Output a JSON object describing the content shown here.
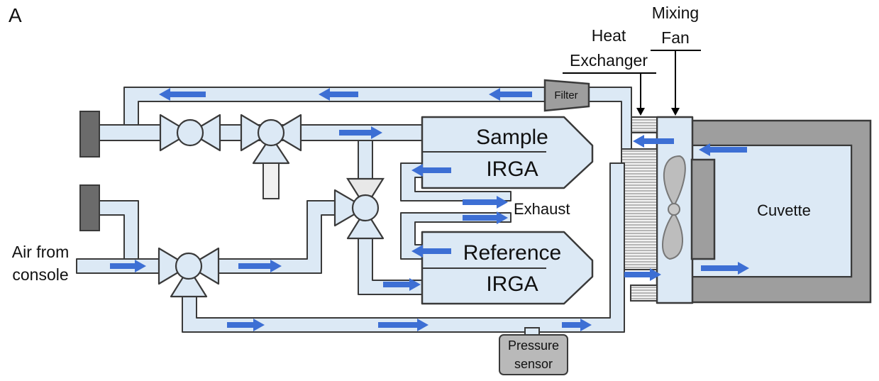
{
  "panel_label": "A",
  "labels": {
    "sample_irga_line1": "Sample",
    "sample_irga_line2": "IRGA",
    "reference_irga_line1": "Reference",
    "reference_irga_line2": "IRGA",
    "exhaust": "Exhaust",
    "cuvette": "Cuvette",
    "filter": "Filter",
    "heat_exchanger_line1": "Heat",
    "heat_exchanger_line2": "Exchanger",
    "mixing_fan_line1": "Mixing",
    "mixing_fan_line2": "Fan",
    "air_from_console_line1": "Air from",
    "air_from_console_line2": "console",
    "pressure_sensor_line1": "Pressure",
    "pressure_sensor_line2": "sensor"
  },
  "colors": {
    "tube_fill": "#dce9f5",
    "outline": "#3a3a3a",
    "flow_arrow": "#3d6fd4",
    "housing_grey": "#9e9e9e",
    "cap_grey": "#6b6b6b"
  }
}
